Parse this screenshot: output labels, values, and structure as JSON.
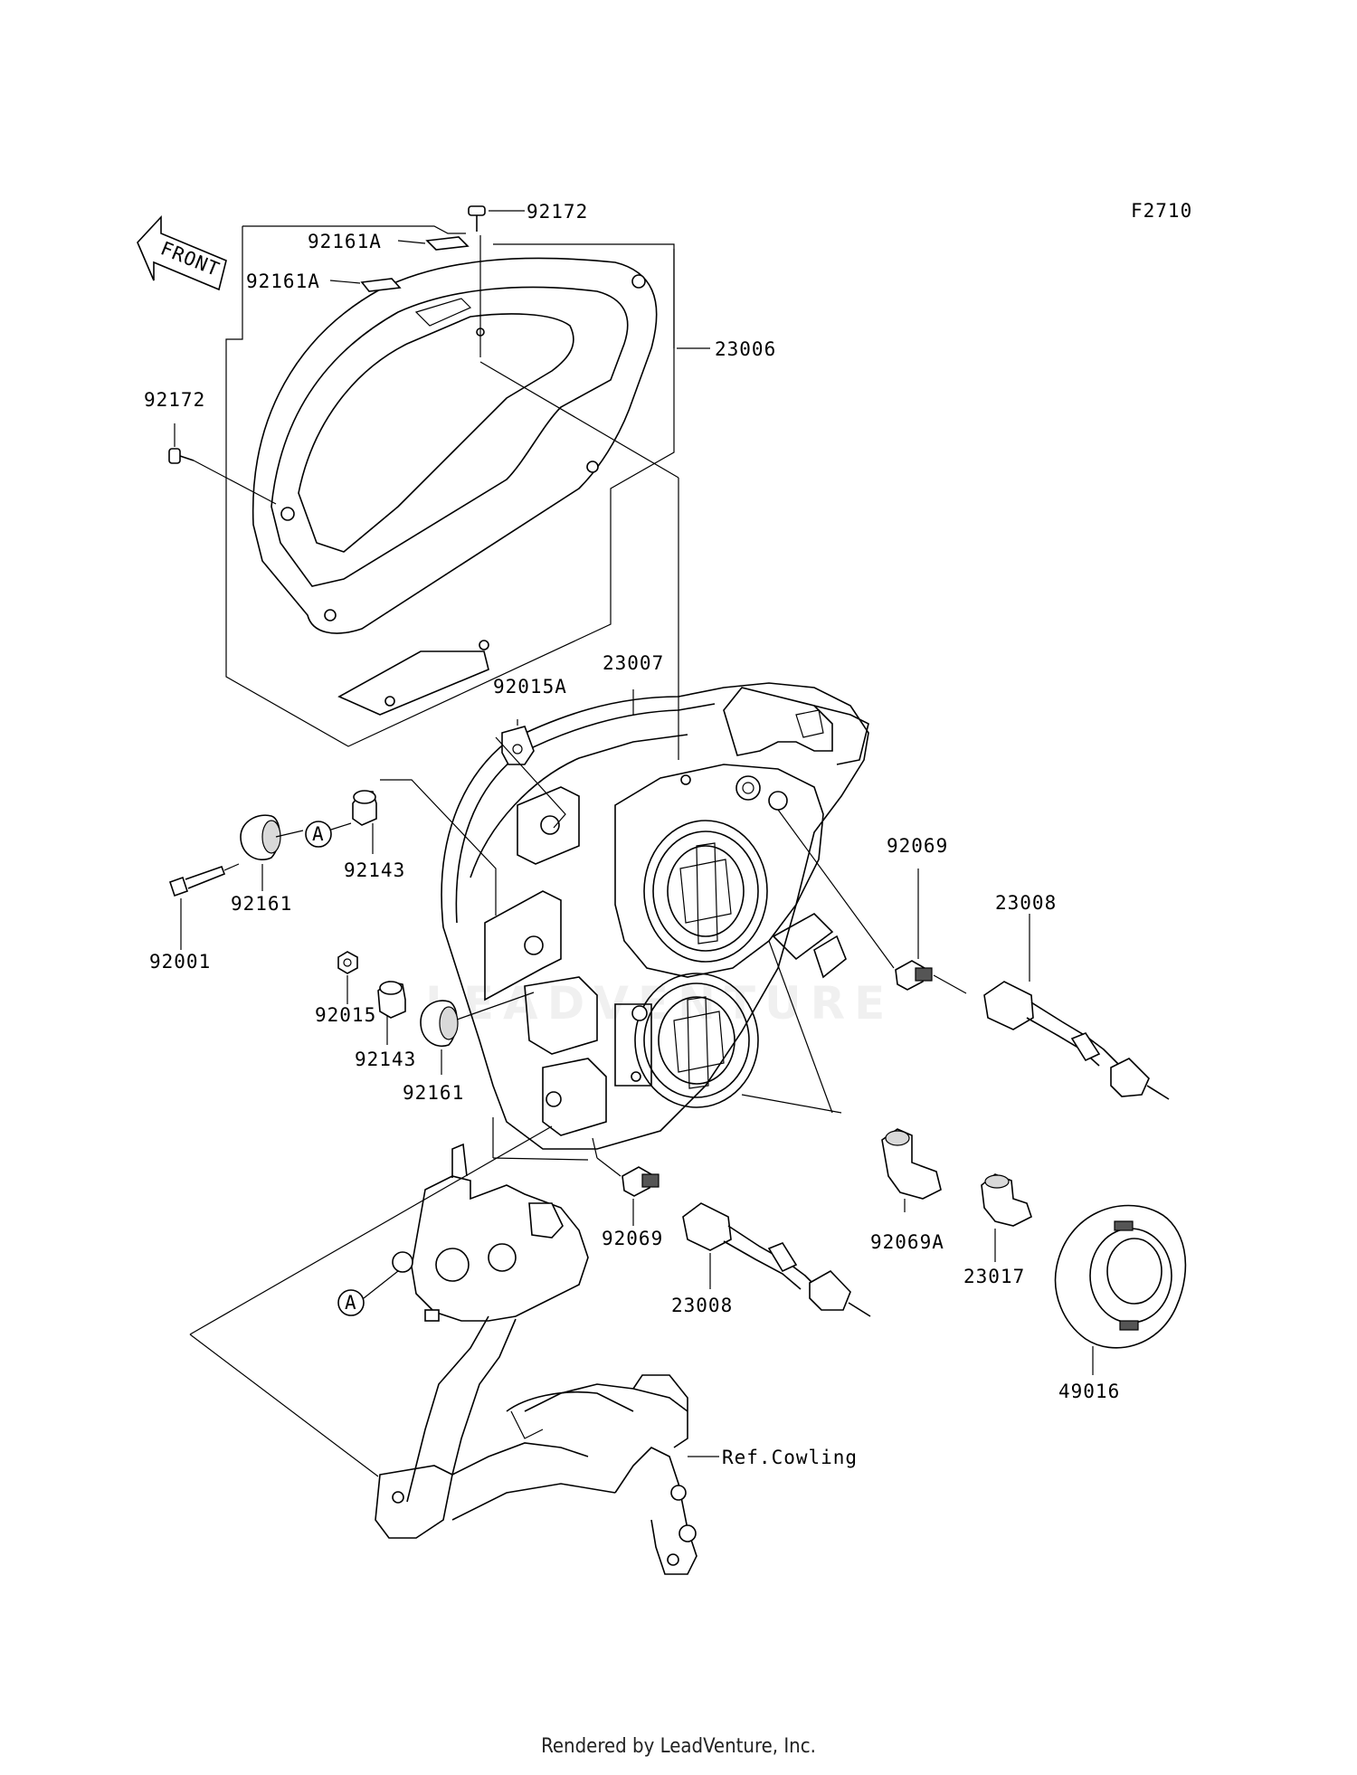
{
  "figure_code": "F2710",
  "front_label": "FRONT",
  "callouts": {
    "c92172_top": "92172",
    "c92161A_1": "92161A",
    "c92161A_2": "92161A",
    "c23006": "23006",
    "c92172_left": "92172",
    "c92015A": "92015A",
    "c23007": "23007",
    "c92143_1": "92143",
    "c92161_1": "92161",
    "c92001": "92001",
    "c92015": "92015",
    "c92143_2": "92143",
    "c92161_2": "92161",
    "c92069_1": "92069",
    "c23008_1": "23008",
    "c92069_2": "92069",
    "c23008_2": "23008",
    "c92069A": "92069A",
    "c23017": "23017",
    "c49016": "49016",
    "ref_cowling": "Ref.Cowling",
    "ref_a_1": "A",
    "ref_a_2": "A"
  },
  "watermark": "LEADVENTURE",
  "footer": "Rendered by LeadVenture, Inc."
}
